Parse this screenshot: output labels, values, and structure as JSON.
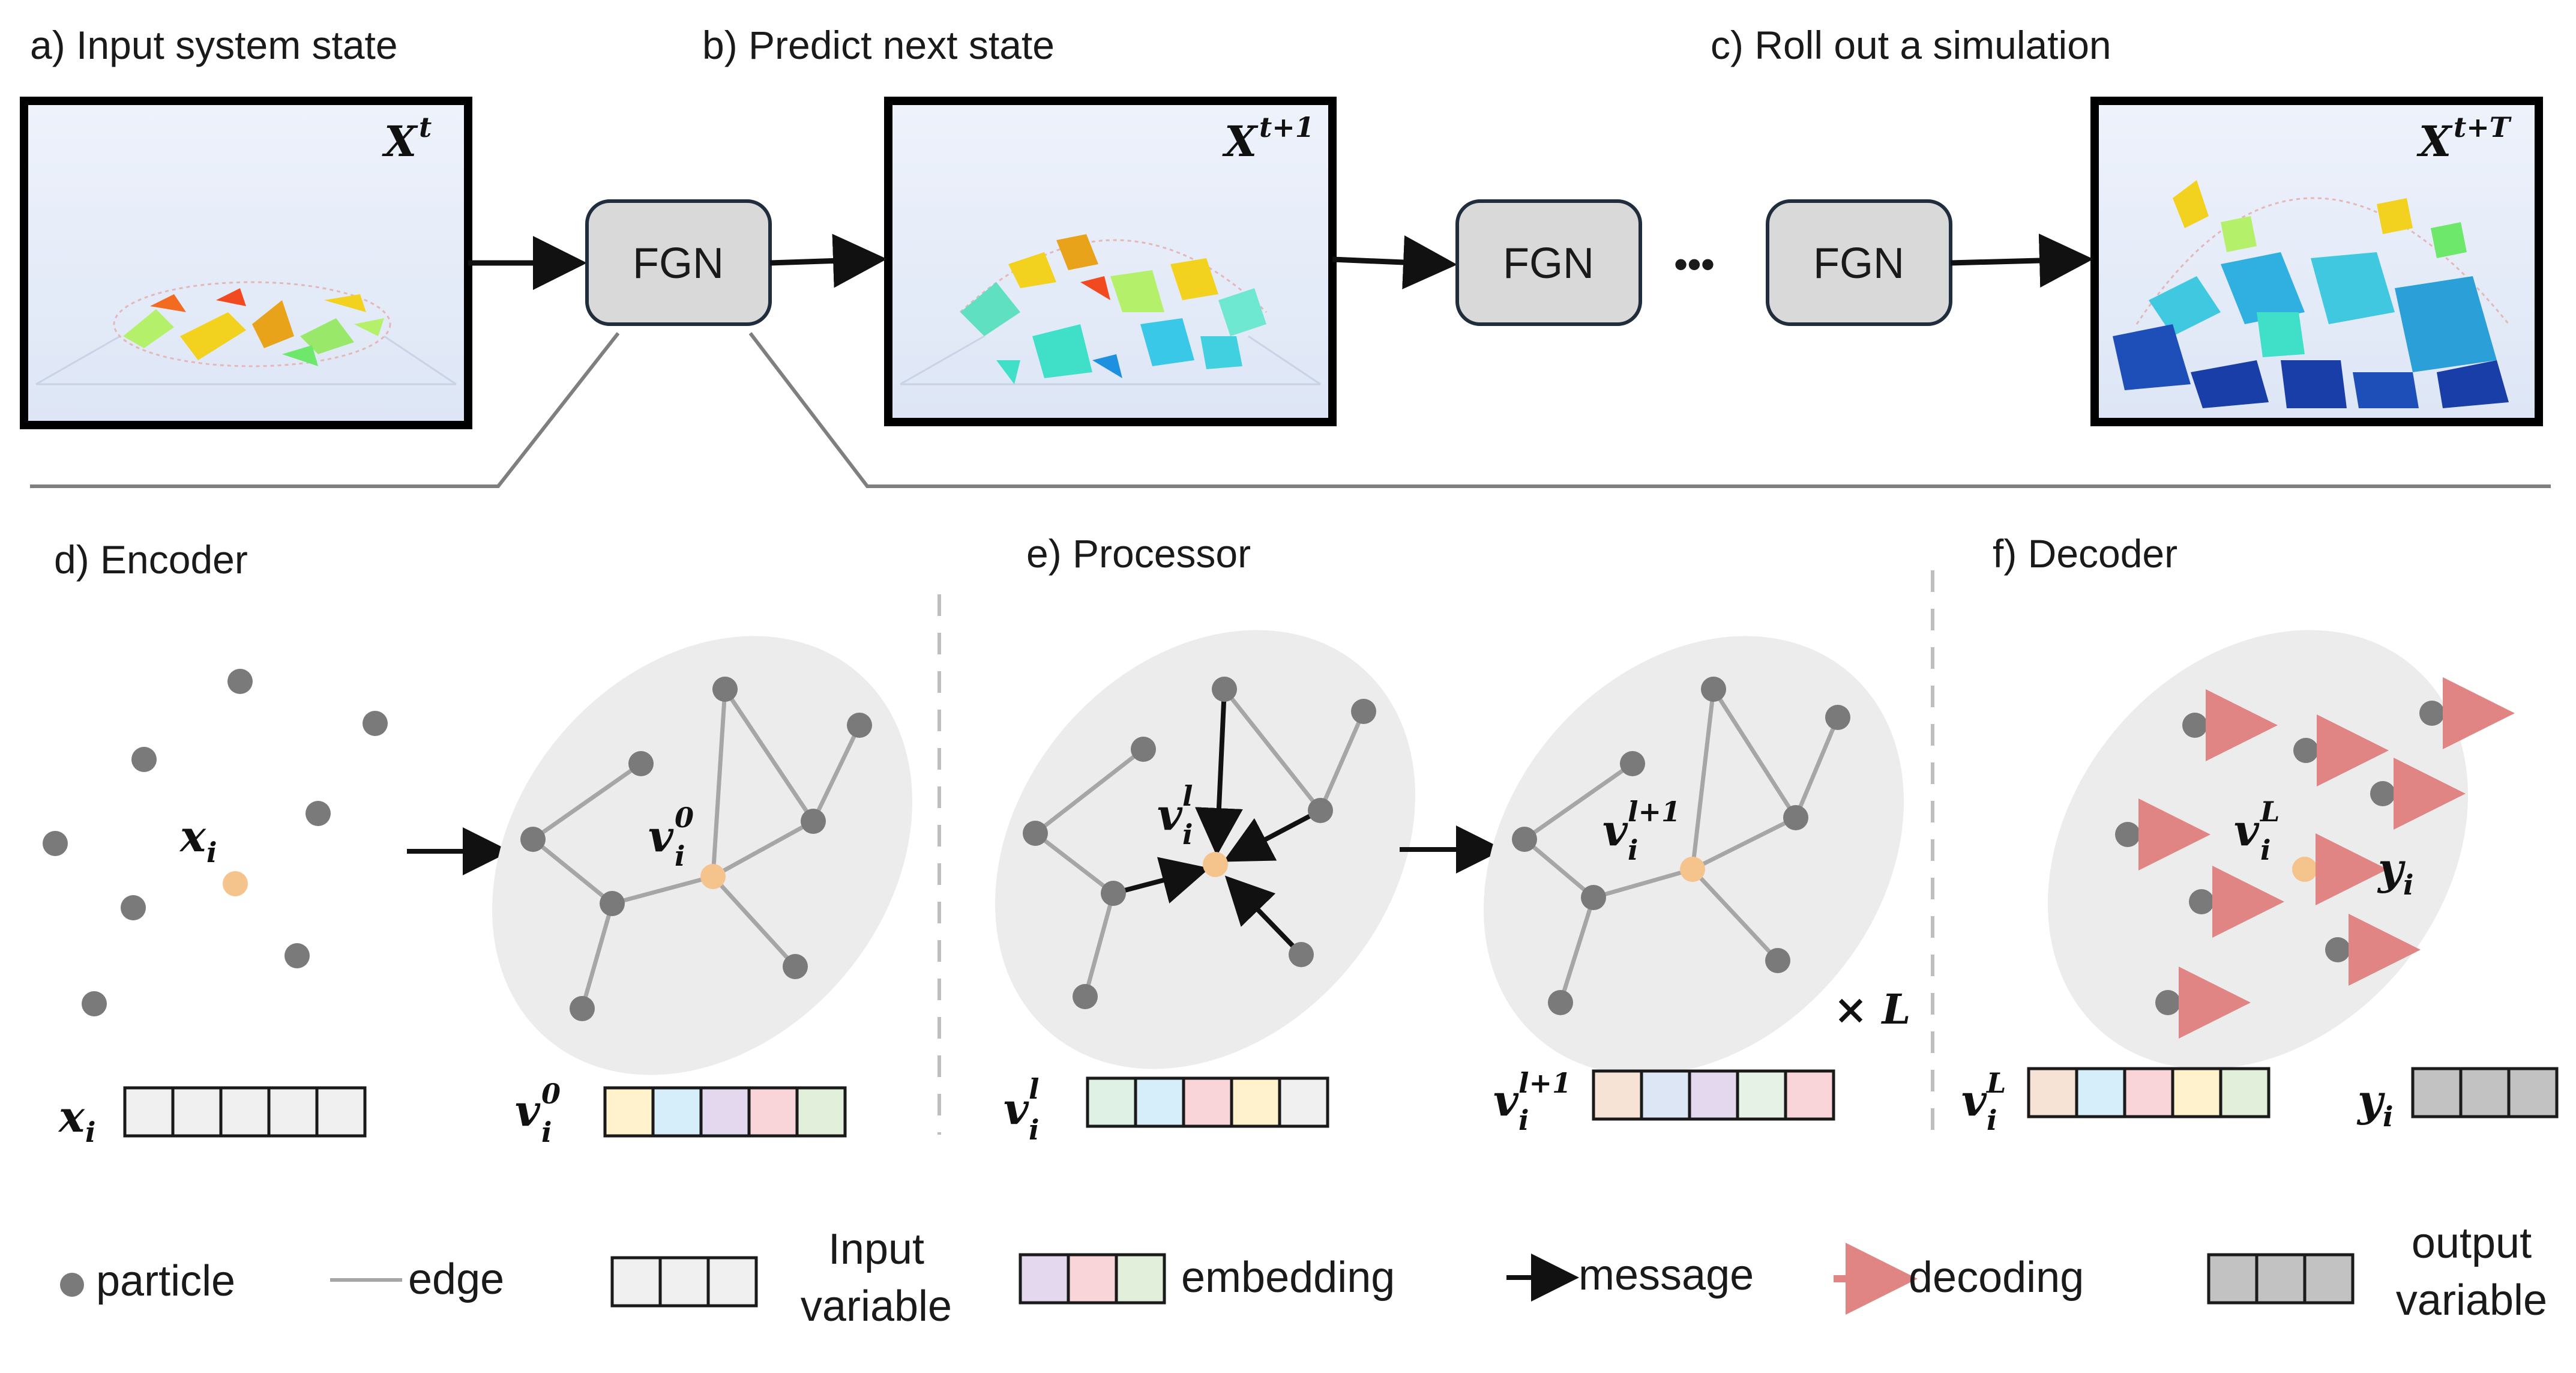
{
  "panels": {
    "a": "a) Input system state",
    "b": "b) Predict next state",
    "c": "c) Roll out a simulation",
    "d": "d) Encoder",
    "e": "e) Processor",
    "f": "f) Decoder"
  },
  "model_label": "FGN",
  "ellipsis": "•••",
  "state_labels": {
    "a": {
      "base": "X",
      "sup": "t"
    },
    "b": {
      "base": "X",
      "sup": "t+1"
    },
    "c": {
      "base": "X",
      "sup": "t+T"
    }
  },
  "node_labels": {
    "x": {
      "base": "x",
      "sub": "i"
    },
    "v0": {
      "base": "v",
      "sub": "i",
      "sup": "0"
    },
    "vl": {
      "base": "v",
      "sub": "i",
      "sup": "l"
    },
    "vl1": {
      "base": "v",
      "sub": "i",
      "sup": "l+1"
    },
    "vL": {
      "base": "v",
      "sub": "i",
      "sup": "L"
    },
    "y": {
      "base": "y",
      "sub": "i"
    }
  },
  "repeat_label": "× L",
  "legend": {
    "particle": "particle",
    "edge": "edge",
    "input_variable_1": "Input",
    "input_variable_2": "variable",
    "embedding": "embedding",
    "message": "message",
    "decoding": "decoding",
    "output_variable_1": "output",
    "output_variable_2": "variable"
  },
  "colors": {
    "particle": "#7a7a7a",
    "focus_particle": "#f4c48c",
    "edge": "#a6a6a6",
    "graph_bg": "#ececec",
    "decoding_arrow": "#e08484",
    "input_cell": "#f0f0f0",
    "output_cell": "#c2c2c2",
    "embed_v0": [
      "#fff2cc",
      "#d6eef9",
      "#e4d8ee",
      "#f9d4d8",
      "#e2efda"
    ],
    "embed_vl": [
      "#dff0e4",
      "#d6eef9",
      "#f9d4d8",
      "#fff2cc",
      "#f0f0f0"
    ],
    "embed_vl1": [
      "#f7e3d6",
      "#dce6f4",
      "#e4d8ee",
      "#e6f2e6",
      "#f9d4d8"
    ],
    "embed_vL": [
      "#f7e3d6",
      "#d6eef9",
      "#f9d4d8",
      "#fff2cc",
      "#e2efda"
    ],
    "embed_legend": [
      "#e4d8ee",
      "#f9d4d8",
      "#e2efda"
    ]
  }
}
